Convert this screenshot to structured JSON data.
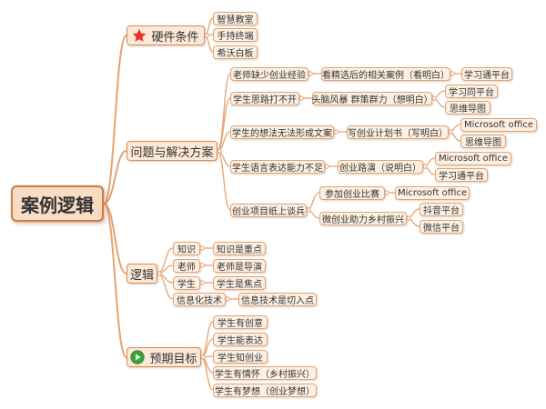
{
  "diagram": {
    "root": "案例逻辑",
    "branches": {
      "hardware": {
        "label": "硬件条件",
        "icon": "star-icon",
        "items": [
          "智慧教室",
          "手持终端",
          "希沃白板"
        ]
      },
      "problems": {
        "label": "问题与解决方案",
        "items": [
          {
            "problem": "老师缺少创业经验",
            "solution": "看精选后的相关案例（看明白）",
            "tools": [
              "学习通平台"
            ]
          },
          {
            "problem": "学生思路打不开",
            "solution": "头脑风暴 群策群力（想明白）",
            "tools": [
              "学习同平台",
              "思维导图"
            ]
          },
          {
            "problem": "学生的想法无法形成文案",
            "solution": "写创业计划书（写明白）",
            "tools": [
              "Microsoft office",
              "思维导图"
            ]
          },
          {
            "problem": "学生语言表达能力不足",
            "solution": "创业路演（说明白）",
            "tools": [
              "Microsoft office",
              "学习通平台"
            ]
          },
          {
            "problem": "创业项目纸上谈兵",
            "sub": [
              {
                "label": "参加创业比赛",
                "tools": [
                  "Microsoft office"
                ]
              },
              {
                "label": "微创业助力乡村振兴",
                "tools": [
                  "抖音平台",
                  "微信平台"
                ]
              }
            ]
          }
        ]
      },
      "logic": {
        "label": "逻辑",
        "items": [
          {
            "key": "知识",
            "value": "知识是重点"
          },
          {
            "key": "老师",
            "value": "老师是导演"
          },
          {
            "key": "学生",
            "value": "学生是焦点"
          },
          {
            "key": "信息化技术",
            "value": "信息技术是切入点"
          }
        ]
      },
      "goals": {
        "label": "预期目标",
        "icon": "play-icon",
        "items": [
          "学生有创意",
          "学生能表达",
          "学生知创业",
          "学生有情怀（乡村振兴）",
          "学生有梦想（创业梦想）"
        ]
      }
    }
  },
  "colors": {
    "line": "#e6a271",
    "node_fill": "#fdf0e3",
    "node_border": "#e3a474",
    "star": "#e8312a",
    "play": "#38a53a"
  }
}
